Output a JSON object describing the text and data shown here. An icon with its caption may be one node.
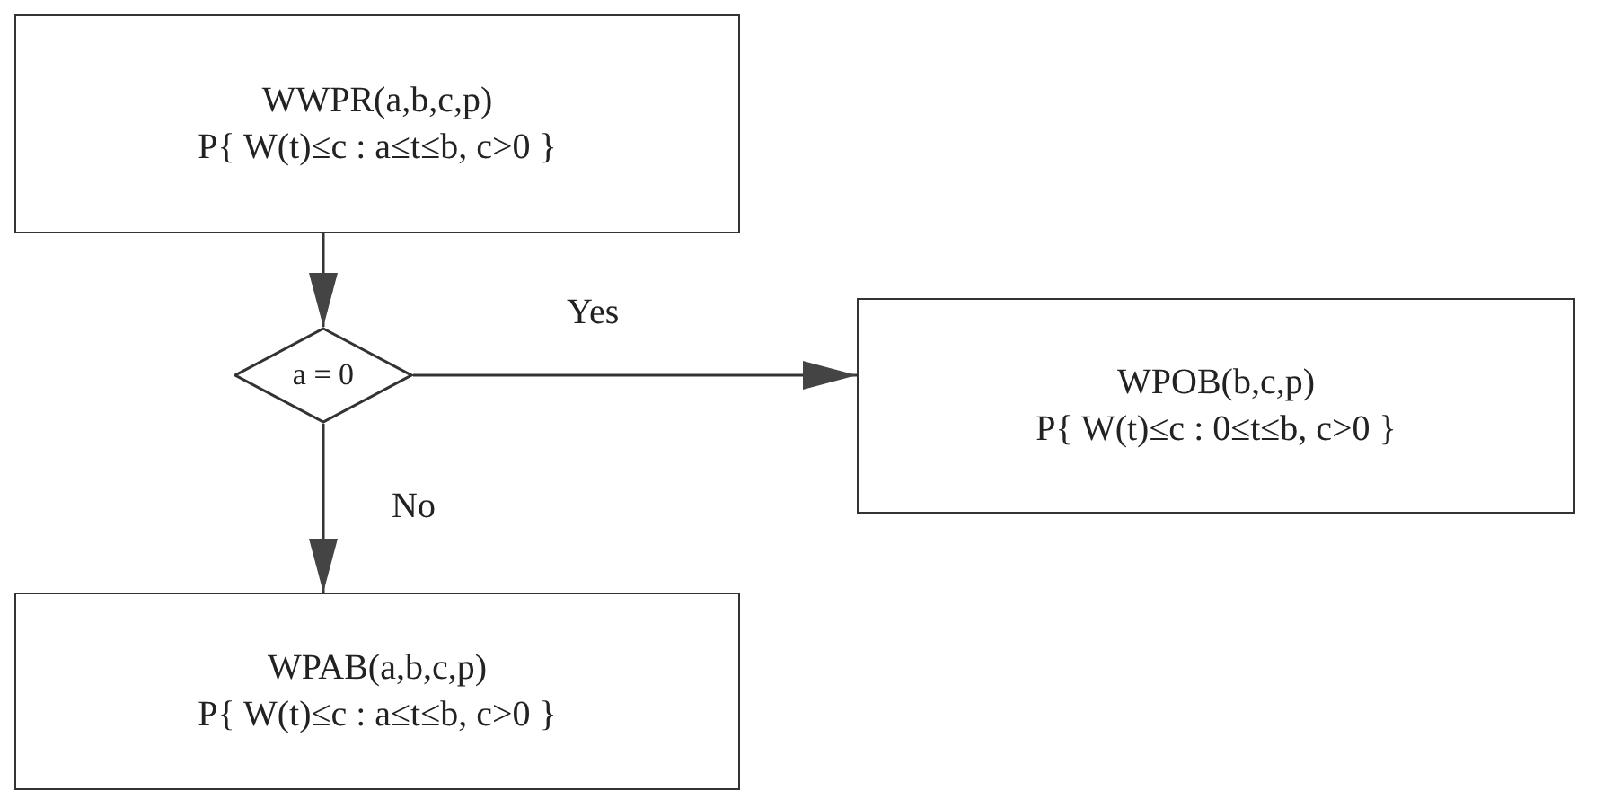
{
  "diagram": {
    "nodes": [
      {
        "text": [
          "WWPR(a,b,c,p)",
          "P{ W(t)≤c : a≤t≤b, c>0 }"
        ]
      },
      {
        "text": [
          "a = 0"
        ]
      },
      {
        "text": [
          "WPOB(b,c,p)",
          "P{ W(t)≤c : 0≤t≤b, c>0 }"
        ]
      },
      {
        "text": [
          "WPAB(a,b,c,p)",
          "P{ W(t)≤c : a≤t≤b, c>0 }"
        ]
      }
    ],
    "edges": [
      {
        "from": 0,
        "to": 1,
        "arrow": "to"
      },
      {
        "from": 1,
        "to": 2,
        "arrow": "to",
        "label": "Yes"
      },
      {
        "from": 1,
        "to": 3,
        "arrow": "to",
        "label": "No"
      }
    ]
  }
}
